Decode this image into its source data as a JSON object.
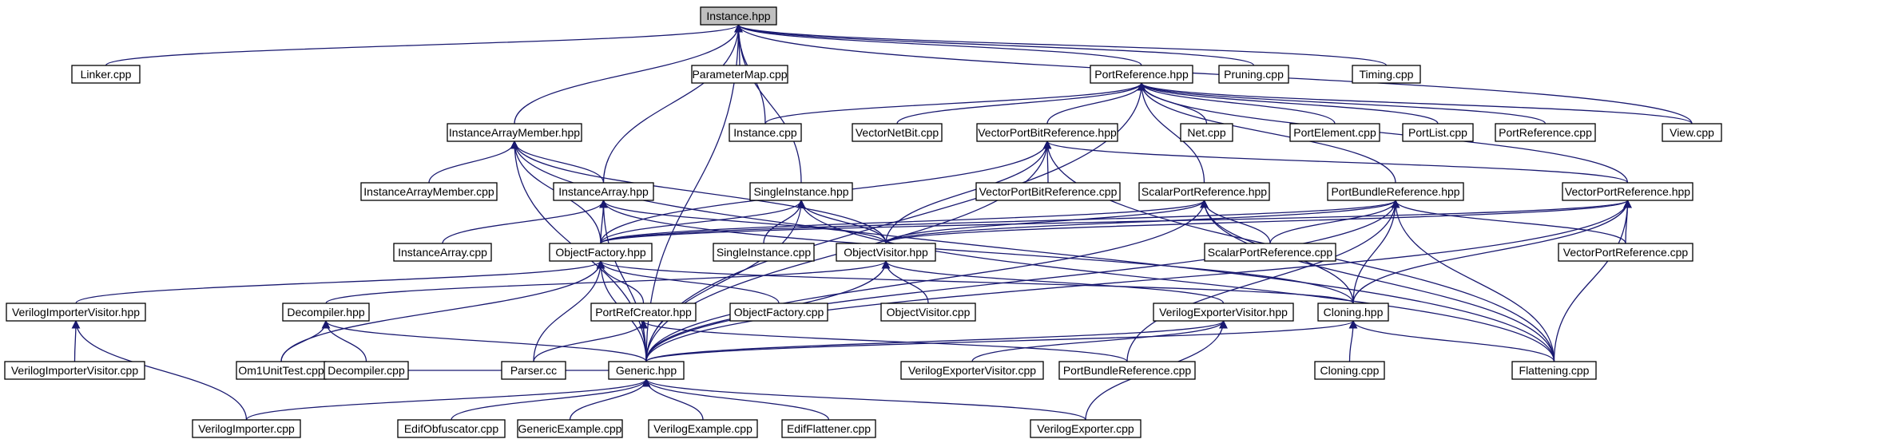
{
  "graph": {
    "colors": {
      "node_fill": "#ffffff",
      "root_fill": "#bfbfbf",
      "border": "#000000",
      "edge": "#191970"
    },
    "nodes": [
      {
        "id": "Instance.hpp",
        "label": "Instance.hpp",
        "root": true
      },
      {
        "id": "Linker.cpp",
        "label": "Linker.cpp"
      },
      {
        "id": "ParameterMap.cpp",
        "label": "ParameterMap.cpp"
      },
      {
        "id": "PortReference.hpp",
        "label": "PortReference.hpp"
      },
      {
        "id": "Pruning.cpp",
        "label": "Pruning.cpp"
      },
      {
        "id": "Timing.cpp",
        "label": "Timing.cpp"
      },
      {
        "id": "InstanceArrayMember.hpp",
        "label": "InstanceArrayMember.hpp"
      },
      {
        "id": "Instance.cpp",
        "label": "Instance.cpp"
      },
      {
        "id": "VectorNetBit.cpp",
        "label": "VectorNetBit.cpp"
      },
      {
        "id": "VectorPortBitReference.hpp",
        "label": "VectorPortBitReference.hpp"
      },
      {
        "id": "Net.cpp",
        "label": "Net.cpp"
      },
      {
        "id": "PortElement.cpp",
        "label": "PortElement.cpp"
      },
      {
        "id": "PortList.cpp",
        "label": "PortList.cpp"
      },
      {
        "id": "PortReference.cpp",
        "label": "PortReference.cpp"
      },
      {
        "id": "View.cpp",
        "label": "View.cpp"
      },
      {
        "id": "InstanceArrayMember.cpp",
        "label": "InstanceArrayMember.cpp"
      },
      {
        "id": "InstanceArray.hpp",
        "label": "InstanceArray.hpp"
      },
      {
        "id": "SingleInstance.hpp",
        "label": "SingleInstance.hpp"
      },
      {
        "id": "VectorPortBitReference.cpp",
        "label": "VectorPortBitReference.cpp"
      },
      {
        "id": "ScalarPortReference.hpp",
        "label": "ScalarPortReference.hpp"
      },
      {
        "id": "PortBundleReference.hpp",
        "label": "PortBundleReference.hpp"
      },
      {
        "id": "VectorPortReference.hpp",
        "label": "VectorPortReference.hpp"
      },
      {
        "id": "InstanceArray.cpp",
        "label": "InstanceArray.cpp"
      },
      {
        "id": "ObjectFactory.hpp",
        "label": "ObjectFactory.hpp"
      },
      {
        "id": "SingleInstance.cpp",
        "label": "SingleInstance.cpp"
      },
      {
        "id": "ObjectVisitor.hpp",
        "label": "ObjectVisitor.hpp"
      },
      {
        "id": "ScalarPortReference.cpp",
        "label": "ScalarPortReference.cpp"
      },
      {
        "id": "VectorPortReference.cpp",
        "label": "VectorPortReference.cpp"
      },
      {
        "id": "VerilogImporterVisitor.hpp",
        "label": "VerilogImporterVisitor.hpp"
      },
      {
        "id": "Decompiler.hpp",
        "label": "Decompiler.hpp"
      },
      {
        "id": "PortRefCreator.hpp",
        "label": "PortRefCreator.hpp"
      },
      {
        "id": "ObjectFactory.cpp",
        "label": "ObjectFactory.cpp"
      },
      {
        "id": "ObjectVisitor.cpp",
        "label": "ObjectVisitor.cpp"
      },
      {
        "id": "VerilogExporterVisitor.hpp",
        "label": "VerilogExporterVisitor.hpp"
      },
      {
        "id": "Cloning.hpp",
        "label": "Cloning.hpp"
      },
      {
        "id": "VerilogImporterVisitor.cpp",
        "label": "VerilogImporterVisitor.cpp"
      },
      {
        "id": "Om1UnitTest.cpp",
        "label": "Om1UnitTest.cpp"
      },
      {
        "id": "Decompiler.cpp",
        "label": "Decompiler.cpp"
      },
      {
        "id": "Parser.cc",
        "label": "Parser.cc"
      },
      {
        "id": "Generic.hpp",
        "label": "Generic.hpp"
      },
      {
        "id": "VerilogExporterVisitor.cpp",
        "label": "VerilogExporterVisitor.cpp"
      },
      {
        "id": "PortBundleReference.cpp",
        "label": "PortBundleReference.cpp"
      },
      {
        "id": "Cloning.cpp",
        "label": "Cloning.cpp"
      },
      {
        "id": "Flattening.cpp",
        "label": "Flattening.cpp"
      },
      {
        "id": "VerilogImporter.cpp",
        "label": "VerilogImporter.cpp"
      },
      {
        "id": "EdifObfuscator.cpp",
        "label": "EdifObfuscator.cpp"
      },
      {
        "id": "GenericExample.cpp",
        "label": "GenericExample.cpp"
      },
      {
        "id": "VerilogExample.cpp",
        "label": "VerilogExample.cpp"
      },
      {
        "id": "EdifFlattener.cpp",
        "label": "EdifFlattener.cpp"
      },
      {
        "id": "VerilogExporter.cpp",
        "label": "VerilogExporter.cpp"
      }
    ],
    "edges": [
      [
        "Linker.cpp",
        "Instance.hpp"
      ],
      [
        "ParameterMap.cpp",
        "Instance.hpp"
      ],
      [
        "PortReference.hpp",
        "Instance.hpp"
      ],
      [
        "Pruning.cpp",
        "Instance.hpp"
      ],
      [
        "Timing.cpp",
        "Instance.hpp"
      ],
      [
        "View.cpp",
        "Instance.hpp"
      ],
      [
        "InstanceArrayMember.hpp",
        "Instance.hpp"
      ],
      [
        "Instance.cpp",
        "Instance.hpp"
      ],
      [
        "InstanceArray.hpp",
        "Instance.hpp"
      ],
      [
        "SingleInstance.hpp",
        "Instance.hpp"
      ],
      [
        "Generic.hpp",
        "Instance.hpp"
      ],
      [
        "Instance.cpp",
        "PortReference.hpp"
      ],
      [
        "VectorNetBit.cpp",
        "PortReference.hpp"
      ],
      [
        "VectorPortBitReference.hpp",
        "PortReference.hpp"
      ],
      [
        "Net.cpp",
        "PortReference.hpp"
      ],
      [
        "PortElement.cpp",
        "PortReference.hpp"
      ],
      [
        "PortList.cpp",
        "PortReference.hpp"
      ],
      [
        "PortReference.cpp",
        "PortReference.hpp"
      ],
      [
        "View.cpp",
        "PortReference.hpp"
      ],
      [
        "ScalarPortReference.hpp",
        "PortReference.hpp"
      ],
      [
        "PortBundleReference.hpp",
        "PortReference.hpp"
      ],
      [
        "VectorPortReference.hpp",
        "PortReference.hpp"
      ],
      [
        "Generic.hpp",
        "PortReference.hpp"
      ],
      [
        "InstanceArrayMember.cpp",
        "InstanceArrayMember.hpp"
      ],
      [
        "InstanceArray.hpp",
        "InstanceArrayMember.hpp"
      ],
      [
        "ObjectFactory.hpp",
        "InstanceArrayMember.hpp"
      ],
      [
        "ObjectVisitor.hpp",
        "InstanceArrayMember.hpp"
      ],
      [
        "Generic.hpp",
        "InstanceArrayMember.hpp"
      ],
      [
        "Flattening.cpp",
        "InstanceArrayMember.hpp"
      ],
      [
        "VectorPortBitReference.cpp",
        "VectorPortBitReference.hpp"
      ],
      [
        "ObjectFactory.hpp",
        "VectorPortBitReference.hpp"
      ],
      [
        "ObjectVisitor.hpp",
        "VectorPortBitReference.hpp"
      ],
      [
        "Generic.hpp",
        "VectorPortBitReference.hpp"
      ],
      [
        "VectorPortReference.hpp",
        "VectorPortBitReference.hpp"
      ],
      [
        "Flattening.cpp",
        "VectorPortBitReference.hpp"
      ],
      [
        "InstanceArray.cpp",
        "InstanceArray.hpp"
      ],
      [
        "ObjectFactory.hpp",
        "InstanceArray.hpp"
      ],
      [
        "ObjectVisitor.hpp",
        "InstanceArray.hpp"
      ],
      [
        "Generic.hpp",
        "InstanceArray.hpp"
      ],
      [
        "Cloning.hpp",
        "InstanceArray.hpp"
      ],
      [
        "ObjectFactory.hpp",
        "SingleInstance.hpp"
      ],
      [
        "SingleInstance.cpp",
        "SingleInstance.hpp"
      ],
      [
        "ObjectVisitor.hpp",
        "SingleInstance.hpp"
      ],
      [
        "Generic.hpp",
        "SingleInstance.hpp"
      ],
      [
        "Flattening.cpp",
        "SingleInstance.hpp"
      ],
      [
        "ObjectFactory.hpp",
        "ScalarPortReference.hpp"
      ],
      [
        "ObjectVisitor.hpp",
        "ScalarPortReference.hpp"
      ],
      [
        "ScalarPortReference.cpp",
        "ScalarPortReference.hpp"
      ],
      [
        "Generic.hpp",
        "ScalarPortReference.hpp"
      ],
      [
        "Cloning.hpp",
        "ScalarPortReference.hpp"
      ],
      [
        "Flattening.cpp",
        "ScalarPortReference.hpp"
      ],
      [
        "ObjectFactory.hpp",
        "PortBundleReference.hpp"
      ],
      [
        "ObjectVisitor.hpp",
        "PortBundleReference.hpp"
      ],
      [
        "ScalarPortReference.cpp",
        "PortBundleReference.hpp"
      ],
      [
        "VectorPortReference.cpp",
        "PortBundleReference.hpp"
      ],
      [
        "Generic.hpp",
        "PortBundleReference.hpp"
      ],
      [
        "Cloning.hpp",
        "PortBundleReference.hpp"
      ],
      [
        "PortBundleReference.cpp",
        "PortBundleReference.hpp"
      ],
      [
        "Flattening.cpp",
        "PortBundleReference.hpp"
      ],
      [
        "ObjectFactory.hpp",
        "VectorPortReference.hpp"
      ],
      [
        "ObjectVisitor.hpp",
        "VectorPortReference.hpp"
      ],
      [
        "VectorPortReference.cpp",
        "VectorPortReference.hpp"
      ],
      [
        "Generic.hpp",
        "VectorPortReference.hpp"
      ],
      [
        "Cloning.hpp",
        "VectorPortReference.hpp"
      ],
      [
        "Flattening.cpp",
        "VectorPortReference.hpp"
      ],
      [
        "VerilogImporterVisitor.hpp",
        "ObjectFactory.hpp"
      ],
      [
        "PortRefCreator.hpp",
        "ObjectFactory.hpp"
      ],
      [
        "ObjectFactory.cpp",
        "ObjectFactory.hpp"
      ],
      [
        "Om1UnitTest.cpp",
        "ObjectFactory.hpp"
      ],
      [
        "Parser.cc",
        "ObjectFactory.hpp"
      ],
      [
        "Generic.hpp",
        "ObjectFactory.hpp"
      ],
      [
        "Cloning.hpp",
        "ObjectFactory.hpp"
      ],
      [
        "Decompiler.hpp",
        "ObjectVisitor.hpp"
      ],
      [
        "ObjectVisitor.cpp",
        "ObjectVisitor.hpp"
      ],
      [
        "VerilogExporterVisitor.hpp",
        "ObjectVisitor.hpp"
      ],
      [
        "Generic.hpp",
        "ObjectVisitor.hpp"
      ],
      [
        "VerilogImporterVisitor.cpp",
        "VerilogImporterVisitor.hpp"
      ],
      [
        "VerilogImporter.cpp",
        "VerilogImporterVisitor.hpp"
      ],
      [
        "Om1UnitTest.cpp",
        "Decompiler.hpp"
      ],
      [
        "Decompiler.cpp",
        "Decompiler.hpp"
      ],
      [
        "Generic.hpp",
        "Decompiler.hpp"
      ],
      [
        "Parser.cc",
        "PortRefCreator.hpp"
      ],
      [
        "Generic.hpp",
        "PortRefCreator.hpp"
      ],
      [
        "PortBundleReference.cpp",
        "PortRefCreator.hpp"
      ],
      [
        "Generic.hpp",
        "VerilogExporterVisitor.hpp"
      ],
      [
        "VerilogExporterVisitor.cpp",
        "VerilogExporterVisitor.hpp"
      ],
      [
        "VerilogExporter.cpp",
        "VerilogExporterVisitor.hpp"
      ],
      [
        "Generic.hpp",
        "Cloning.hpp"
      ],
      [
        "Cloning.cpp",
        "Cloning.hpp"
      ],
      [
        "Flattening.cpp",
        "Cloning.hpp"
      ],
      [
        "Om1UnitTest.cpp",
        "Generic.hpp"
      ],
      [
        "VerilogImporter.cpp",
        "Generic.hpp"
      ],
      [
        "EdifObfuscator.cpp",
        "Generic.hpp"
      ],
      [
        "GenericExample.cpp",
        "Generic.hpp"
      ],
      [
        "VerilogExample.cpp",
        "Generic.hpp"
      ],
      [
        "EdifFlattener.cpp",
        "Generic.hpp"
      ],
      [
        "VerilogExporter.cpp",
        "Generic.hpp"
      ]
    ]
  }
}
